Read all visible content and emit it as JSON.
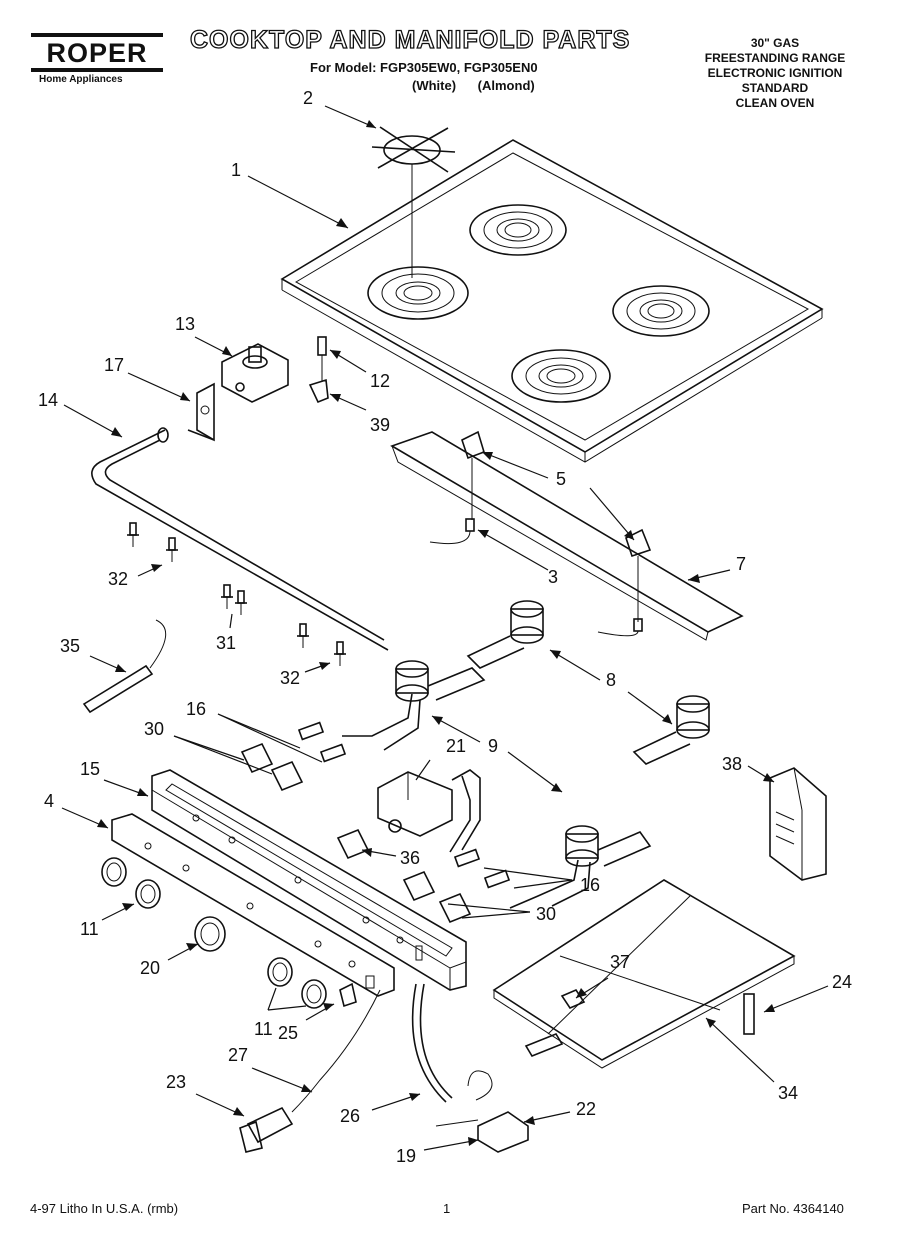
{
  "header": {
    "brand": "ROPER",
    "brand_sub": "Home Appliances",
    "title": "COOKTOP AND MANIFOLD PARTS",
    "models_line": "For Model: FGP305EW0, FGP305EN0",
    "variant_1": "(White)",
    "variant_2": "(Almond)",
    "spec_lines": [
      "30\" GAS",
      "FREESTANDING RANGE",
      "ELECTRONIC IGNITION",
      "STANDARD",
      "CLEAN OVEN"
    ]
  },
  "callouts": {
    "c1": "1",
    "c2": "2",
    "c3": "3",
    "c4": "4",
    "c5": "5",
    "c7": "7",
    "c8": "8",
    "c9": "9",
    "c11a": "11",
    "c11b": "11",
    "c12": "12",
    "c13": "13",
    "c14": "14",
    "c15": "15",
    "c16a": "16",
    "c16b": "16",
    "c17": "17",
    "c19": "19",
    "c20": "20",
    "c21": "21",
    "c22": "22",
    "c23": "23",
    "c24": "24",
    "c25": "25",
    "c26": "26",
    "c27": "27",
    "c30a": "30",
    "c30b": "30",
    "c31": "31",
    "c32a": "32",
    "c32b": "32",
    "c34": "34",
    "c35": "35",
    "c36": "36",
    "c37": "37",
    "c38": "38",
    "c39": "39"
  },
  "footer": {
    "print_info": "4-97 Litho In U.S.A. (rmb)",
    "page_number": "1",
    "part_number": "Part No. 4364140"
  }
}
